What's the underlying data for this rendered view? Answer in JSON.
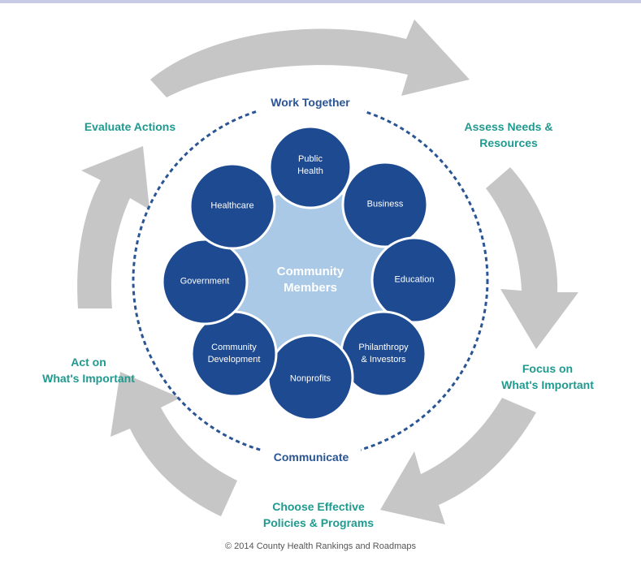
{
  "cycle": {
    "steps": [
      {
        "key": "assess",
        "lines": [
          "Assess Needs &",
          "Resources"
        ]
      },
      {
        "key": "focus",
        "lines": [
          "Focus on",
          "What's Important"
        ]
      },
      {
        "key": "choose",
        "lines": [
          "Choose Effective",
          "Policies & Programs"
        ]
      },
      {
        "key": "act",
        "lines": [
          "Act on",
          "What's Important"
        ]
      },
      {
        "key": "evaluate",
        "lines": [
          "Evaluate Actions"
        ]
      }
    ]
  },
  "ring": {
    "top_label": "Work Together",
    "bottom_label": "Communicate"
  },
  "core": {
    "lines": [
      "Community",
      "Members"
    ]
  },
  "sectors": [
    {
      "key": "public-health",
      "lines": [
        "Public",
        "Health"
      ]
    },
    {
      "key": "business",
      "lines": [
        "Business"
      ]
    },
    {
      "key": "education",
      "lines": [
        "Education"
      ]
    },
    {
      "key": "philanthropy",
      "lines": [
        "Philanthropy",
        "& Investors"
      ]
    },
    {
      "key": "nonprofits",
      "lines": [
        "Nonprofits"
      ]
    },
    {
      "key": "community-development",
      "lines": [
        "Community",
        "Development"
      ]
    },
    {
      "key": "government",
      "lines": [
        "Government"
      ]
    },
    {
      "key": "healthcare",
      "lines": [
        "Healthcare"
      ]
    }
  ],
  "colors": {
    "arrow": "#c6c6c6",
    "circle": "#1d4a91",
    "core": "#a9c9e6",
    "ring": "#2a5594",
    "step_text": "#1f9a8f"
  },
  "footer": {
    "copyright": "© 2014 County Health Rankings and Roadmaps"
  }
}
